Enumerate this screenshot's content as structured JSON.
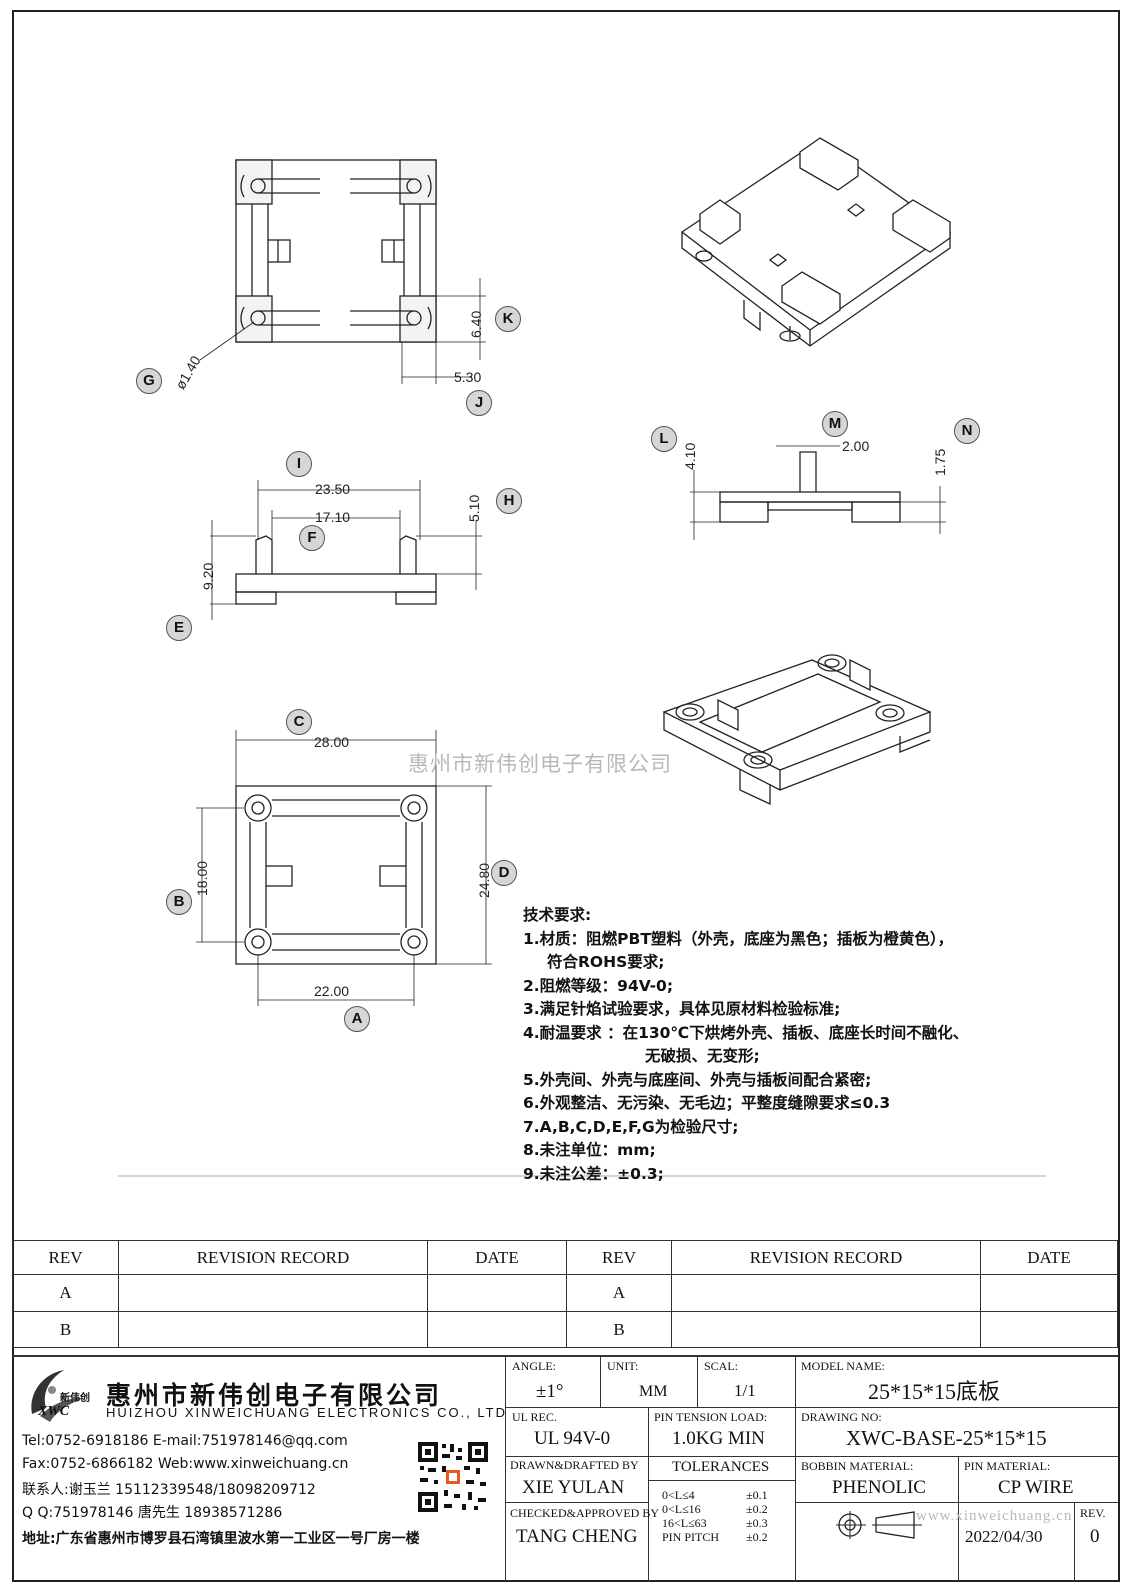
{
  "watermark": "惠州市新伟创电子有限公司",
  "watermark_url": "www.xinweichuang.cn",
  "dimensions": {
    "d_1_40": "ø1.40",
    "d_6_40": "6.40",
    "d_5_30": "5.30",
    "d_23_50": "23.50",
    "d_17_10": "17.10",
    "d_5_10": "5.10",
    "d_9_20": "9.20",
    "d_4_10": "4.10",
    "d_2_00": "2.00",
    "d_1_75": "1.75",
    "d_28_00": "28.00",
    "d_18_00": "18.00",
    "d_24_80": "24.80",
    "d_22_00": "22.00"
  },
  "bubbles": [
    "G",
    "K",
    "J",
    "I",
    "H",
    "F",
    "E",
    "L",
    "M",
    "N",
    "C",
    "B",
    "D",
    "A"
  ],
  "notes": {
    "title": "技术要求:",
    "n1": "1.材质：阻燃PBT塑料（外壳，底座为黑色；插板为橙黄色），",
    "n1b": "符合ROHS要求;",
    "n2": "2.阻燃等级：94V-0;",
    "n3": "3.满足针焰试验要求，具体见原材料检验标准;",
    "n4": "4.耐温要求 ：在130℃下烘烤外壳、插板、底座长时间不融化、",
    "n4b": "无破损、无变形;",
    "n5": "5.外壳间、外壳与底座间、外壳与插板间配合紧密;",
    "n6": "6.外观整洁、无污染、无毛边；平整度缝隙要求≤0.3",
    "n7": "7.A,B,C,D,E,F,G为检验尺寸;",
    "n8": "8.未注单位：mm;",
    "n9": "9.未注公差：±0.3;"
  },
  "revision": {
    "h_rev": "REV",
    "h_record": "REVISION RECORD",
    "h_date": "DATE",
    "row_a": "A",
    "row_b": "B"
  },
  "company": {
    "name_cn": "惠州市新伟创电子有限公司",
    "name_en": "HUIZHOU XINWEICHUANG ELECTRONICS CO., LTD",
    "logo_text": "新伟创",
    "logo_abbr": "XWC",
    "tel": "Tel:0752-6918186 E-mail:751978146@qq.com",
    "fax": "Fax:0752-6866182 Web:www.xinweichuang.cn",
    "contact1": "联系人:谢玉兰 15112339548/18098209712",
    "contact2": "Q Q:751978146    唐先生 18938571286",
    "address": "地址:广东省惠州市博罗县石湾镇里波水第一工业区一号厂房一楼"
  },
  "title_block": {
    "angle_label": "ANGLE:",
    "angle": "±1°",
    "unit_label": "UNIT:",
    "unit": "MM",
    "scale_label": "SCAL:",
    "scale": "1/1",
    "model_label": "MODEL NAME:",
    "model": "25*15*15底板",
    "ul_label": "UL REC.",
    "ul": "UL 94V-0",
    "pin_tension_label": "PIN TENSION LOAD:",
    "pin_tension": "1.0KG MIN",
    "drawing_no_label": "DRAWING NO:",
    "drawing_no": "XWC-BASE-25*15*15",
    "drawn_label": "DRAWN&DRAFTED BY",
    "drawn": "XIE YULAN",
    "tolerances_label": "TOLERANCES",
    "tol1": "0<L≤4",
    "tol1v": "±0.1",
    "tol2": "0<L≤16",
    "tol2v": "±0.2",
    "tol3": "16<L≤63",
    "tol3v": "±0.3",
    "tol4": "PIN PITCH",
    "tol4v": "±0.2",
    "bobbin_label": "BOBBIN MATERIAL:",
    "bobbin": "PHENOLIC",
    "pin_mat_label": "PIN MATERIAL:",
    "pin_mat": "CP WIRE",
    "checked_label": "CHECKED&APPROVED BY",
    "checked": "TANG CHENG",
    "date": "2022/04/30",
    "rev_label": "REV.",
    "rev": "0"
  }
}
